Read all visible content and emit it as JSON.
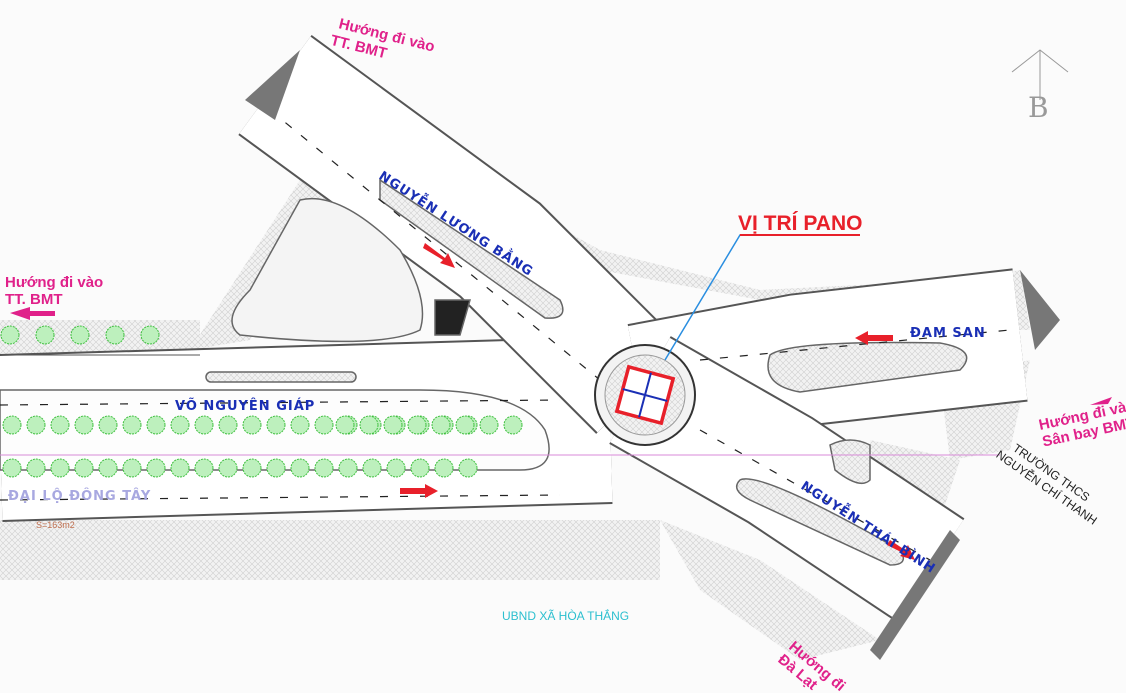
{
  "labels": {
    "dir_top": [
      "Hướng đi vào",
      "TT. BMT"
    ],
    "dir_left": [
      "Hướng đi vào",
      "TT. BMT"
    ],
    "dir_right": [
      "Hướng đi vào",
      "Sân bay BMT"
    ],
    "dir_bottom": [
      "Hướng đi",
      "Đà Lạt"
    ],
    "pano": "VỊ TRÍ PANO",
    "north": "B",
    "area": "S=163m2",
    "school": [
      "TRƯỜNG THCS",
      "NGUYỄN CHÍ THANH"
    ],
    "ubnd": "UBND XÃ HÒA THẮNG"
  },
  "roads": {
    "nguyen_luong_bang": "NGUYỄN LƯƠNG BẰNG",
    "dam_san": "ĐAM SAN",
    "vo_nguyen_giap": "VÕ NGUYÊN GIÁP",
    "dai_lo_dong_tay": "ĐẠI LỘ ĐÔNG TÂY",
    "nguyen_thai_binh": "NGUYỄN THÁI BÌNH"
  },
  "colors": {
    "direction": "#e0218a",
    "road_name": "#1a2fb5",
    "pano": "#e8202a",
    "trees": "#3fbf3f",
    "callout": "#2a8ee0"
  }
}
